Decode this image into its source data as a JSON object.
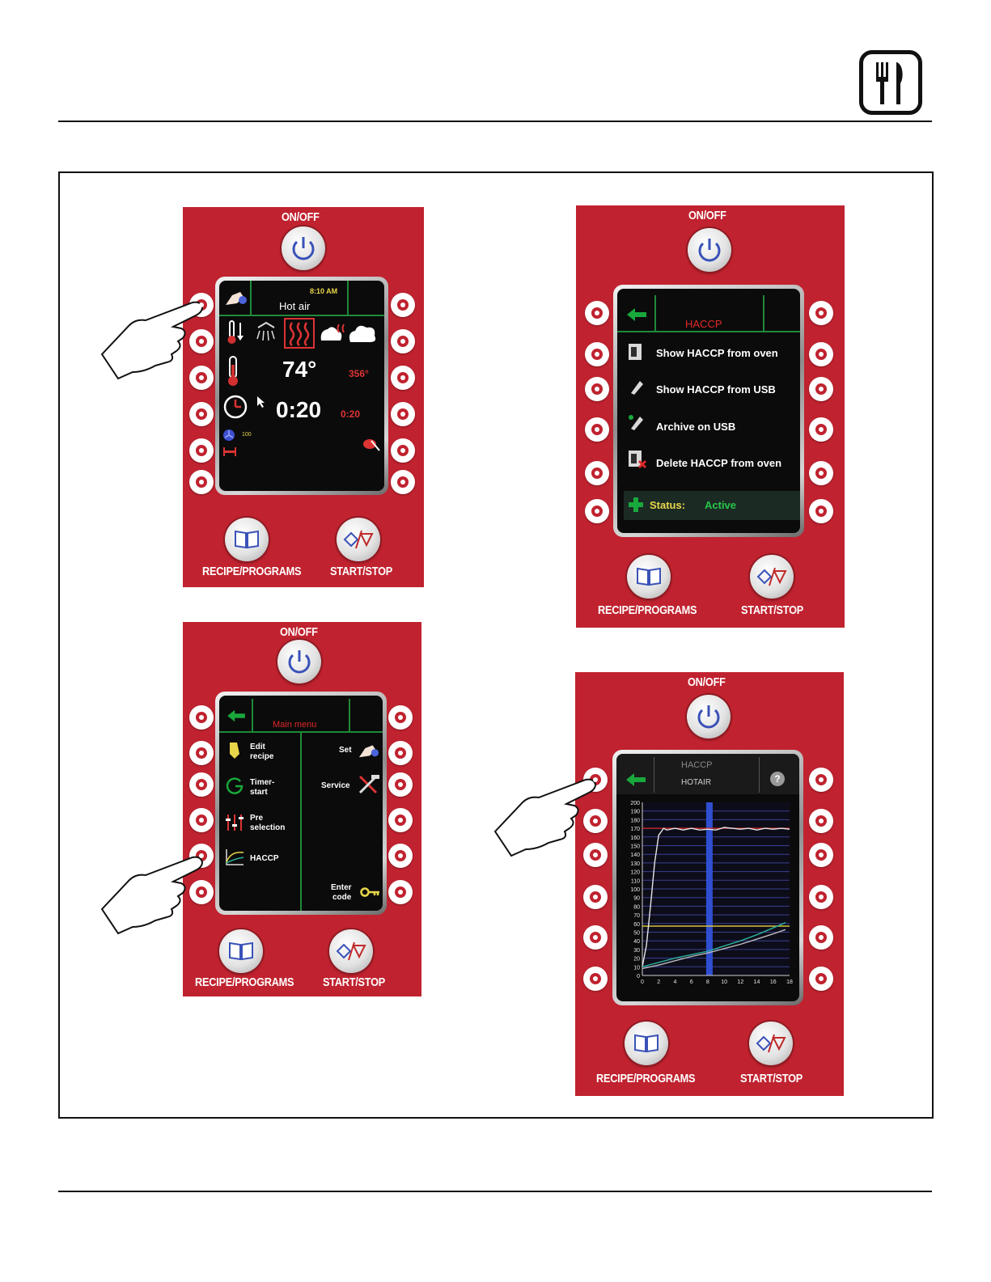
{
  "panel_labels": {
    "on_off": "ON/OFF",
    "recipe_programs": "RECIPE/PROGRAMS",
    "start_stop": "START/STOP"
  },
  "screen1": {
    "time": "8:10 AM",
    "mode": "Hot air",
    "actual_temp": "74°",
    "set_temp": "356°",
    "actual_time": "0:20",
    "set_time": "0:20",
    "fan_speed": "100"
  },
  "screen2": {
    "title": "HACCP",
    "items": [
      "Show HACCP from oven",
      "Show HACCP from USB",
      "Archive on USB",
      "Delete HACCP from oven"
    ],
    "status_label": "Status:",
    "status_value": "Active"
  },
  "screen3": {
    "title": "Main menu",
    "left_items": [
      {
        "line1": "Edit",
        "line2": "recipe"
      },
      {
        "line1": "Timer-",
        "line2": "start"
      },
      {
        "line1": "Pre",
        "line2": "selection"
      },
      {
        "line1": "HACCP",
        "line2": ""
      }
    ],
    "right_items": [
      {
        "line1": "Set",
        "line2": ""
      },
      {
        "line1": "Service",
        "line2": ""
      },
      {
        "line1": "Enter",
        "line2": "code"
      }
    ]
  },
  "screen4": {
    "title": "HACCP",
    "subtitle": "HOTAIR"
  },
  "chart_data": {
    "type": "line",
    "title": "HACCP",
    "subtitle": "HOTAIR",
    "xlim": [
      0,
      18
    ],
    "ylim": [
      0,
      200
    ],
    "x_ticks": [
      "0",
      "2",
      "4",
      "6",
      "8",
      "10",
      "12",
      "14",
      "16",
      "18"
    ],
    "y_ticks": [
      "0",
      "10",
      "20",
      "30",
      "40",
      "50",
      "60",
      "70",
      "80",
      "90",
      "100",
      "110",
      "120",
      "130",
      "140",
      "150",
      "160",
      "170",
      "180",
      "190",
      "200"
    ],
    "series": [
      {
        "color": "#cc2a2a",
        "x": [
          0,
          18
        ],
        "y": [
          170,
          170
        ]
      },
      {
        "color": "#d8c23a",
        "x": [
          0,
          18
        ],
        "y": [
          57,
          57
        ]
      },
      {
        "color": "#e6e6e6",
        "x": [
          0,
          0.5,
          1,
          1.5,
          2,
          2.6,
          3,
          4,
          5,
          6,
          7,
          8,
          9,
          10,
          11,
          12,
          13,
          14,
          15,
          16,
          17,
          18
        ],
        "y": [
          10,
          35,
          80,
          130,
          162,
          170,
          168,
          170,
          168,
          170,
          168,
          169,
          168,
          171,
          170,
          169,
          170,
          168,
          170,
          169,
          170,
          169
        ]
      },
      {
        "color": "#2bb29a",
        "x": [
          0,
          2,
          4,
          6,
          8,
          10,
          12,
          14,
          16,
          17.5
        ],
        "y": [
          10,
          15,
          20,
          24,
          28,
          34,
          40,
          47,
          55,
          61
        ]
      },
      {
        "color": "#bdbdbd",
        "x": [
          0,
          2,
          4,
          6,
          8,
          10,
          12,
          14,
          16,
          17.5
        ],
        "y": [
          8,
          12,
          17,
          22,
          26,
          31,
          36,
          42,
          48,
          53
        ]
      }
    ],
    "highlight_x": 8.2,
    "grid": true
  }
}
